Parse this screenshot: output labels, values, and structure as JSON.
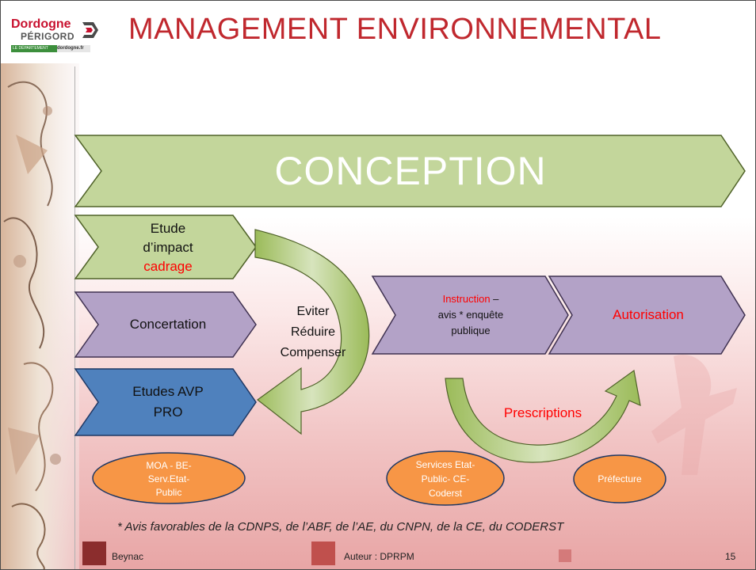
{
  "header": {
    "logo_main": "Dordogne",
    "logo_sub": "PÉRIGORD",
    "logo_tag": "LE DÉPARTEMENT",
    "logo_site": "dordogne.fr",
    "title": "MANAGEMENT ENVIRONNEMENTAL"
  },
  "diagram": {
    "banner": "CONCEPTION",
    "etude_line1": "Etude",
    "etude_line2": "d’impact",
    "etude_line3": "cadrage",
    "concertation": "Concertation",
    "avp_line1": "Etudes AVP",
    "avp_line2": "PRO",
    "cycle_line1": "Eviter",
    "cycle_line2": "Réduire",
    "cycle_line3": "Compenser",
    "instruction_word": "Instruction",
    "instruction_dash": " –",
    "instruction_line2": "avis * enquête",
    "instruction_line3": "publique",
    "autorisation": "Autorisation",
    "prescriptions": "Prescriptions",
    "oval1_line1": "MOA - BE-",
    "oval1_line2": "Serv.Etat-",
    "oval1_line3": "Public",
    "oval2_line1": "Services Etat-",
    "oval2_line2": "Public- CE-",
    "oval2_line3": "Coderst",
    "oval3": "Préfecture"
  },
  "footnote": "* Avis favorables de la CDNPS, de l’ABF, de l’AE, du CNPN, de la CE, du CODERST",
  "footer": {
    "left": "Beynac",
    "center": "Auteur : DPRPM",
    "page": "15"
  },
  "colors": {
    "title": "#c0282e",
    "green_fill": "#c3d69b",
    "purple_fill": "#b3a2c7",
    "blue_fill": "#4f81bd",
    "orange_fill": "#f79646",
    "red_text": "#ff0000",
    "footer_dark": "#8b2d2d",
    "footer_mid": "#c0504d",
    "footer_light": "#d47a7a"
  }
}
